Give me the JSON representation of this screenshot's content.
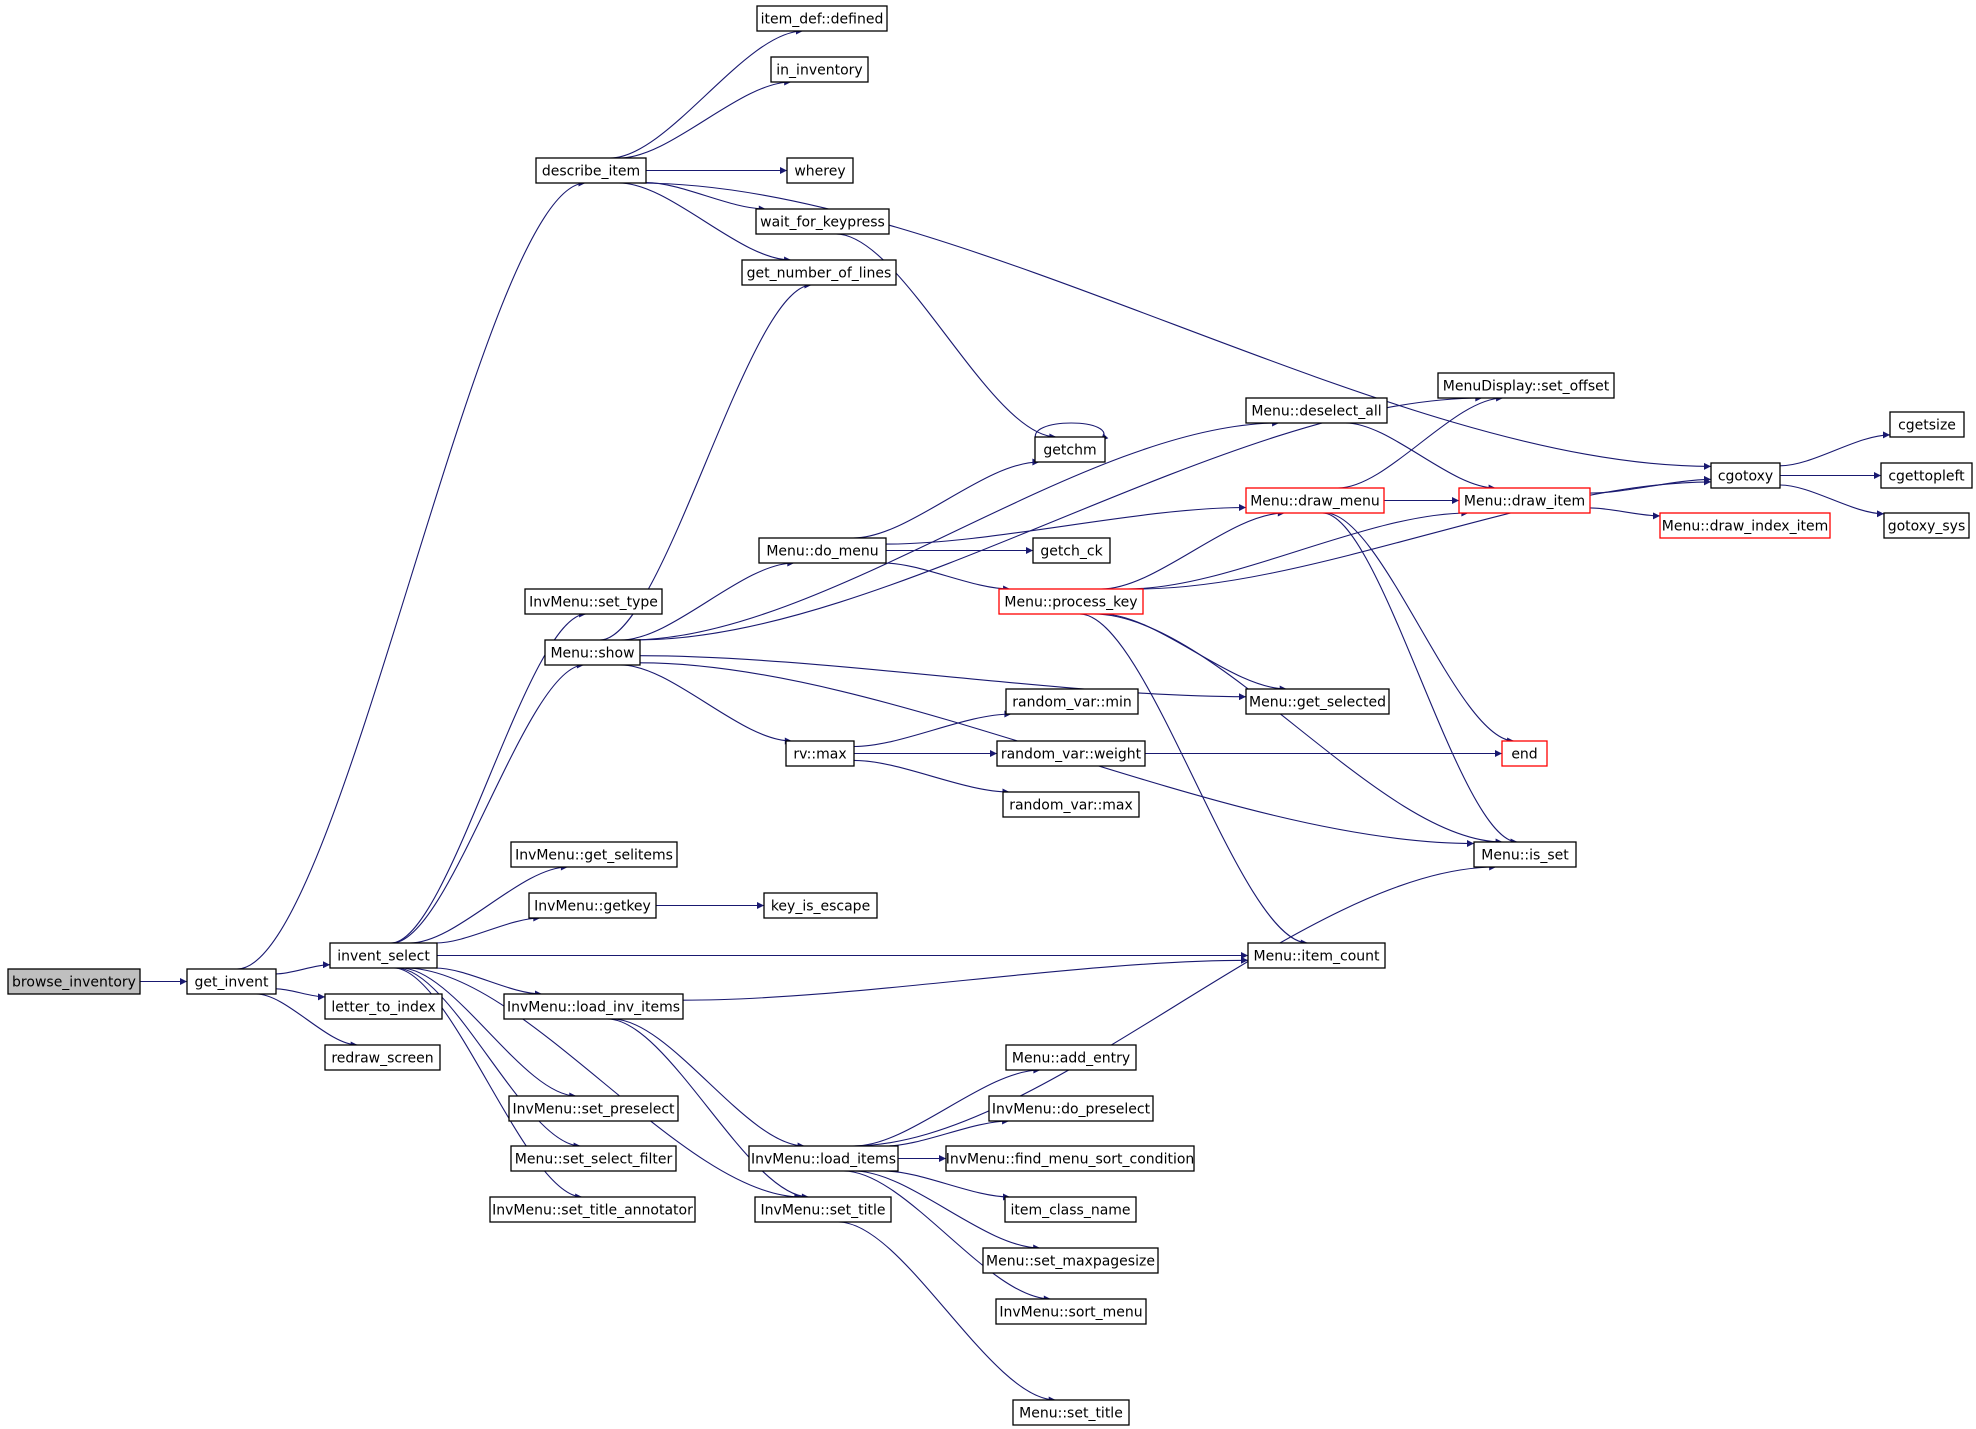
{
  "graph": {
    "colors": {
      "edge": "#191970",
      "node_border": "#000000",
      "node_fill": "#ffffff",
      "incomplete_border": "#ff0000",
      "root_fill": "#bfbfbf"
    },
    "nodes": [
      {
        "id": "browse_inventory",
        "label": "browse_inventory",
        "style": "root"
      },
      {
        "id": "get_invent",
        "label": "get_invent",
        "style": "normal"
      },
      {
        "id": "describe_item",
        "label": "describe_item",
        "style": "normal"
      },
      {
        "id": "invent_select",
        "label": "invent_select",
        "style": "normal"
      },
      {
        "id": "letter_to_index",
        "label": "letter_to_index",
        "style": "normal"
      },
      {
        "id": "redraw_screen",
        "label": "redraw_screen",
        "style": "normal"
      },
      {
        "id": "item_def_defined",
        "label": "item_def::defined",
        "style": "normal"
      },
      {
        "id": "in_inventory",
        "label": "in_inventory",
        "style": "normal"
      },
      {
        "id": "wherey",
        "label": "wherey",
        "style": "normal"
      },
      {
        "id": "wait_for_keypress",
        "label": "wait_for_keypress",
        "style": "normal"
      },
      {
        "id": "get_number_of_lines",
        "label": "get_number_of_lines",
        "style": "normal"
      },
      {
        "id": "cgotoxy",
        "label": "cgotoxy",
        "style": "normal"
      },
      {
        "id": "cgetsize",
        "label": "cgetsize",
        "style": "normal"
      },
      {
        "id": "cgettopleft",
        "label": "cgettopleft",
        "style": "normal"
      },
      {
        "id": "gotoxy_sys",
        "label": "gotoxy_sys",
        "style": "normal"
      },
      {
        "id": "getchm",
        "label": "getchm",
        "style": "normal"
      },
      {
        "id": "menudisplay_set_offset",
        "label": "MenuDisplay::set_offset",
        "style": "normal"
      },
      {
        "id": "menu_deselect_all",
        "label": "Menu::deselect_all",
        "style": "normal"
      },
      {
        "id": "menu_draw_menu",
        "label": "Menu::draw_menu",
        "style": "incomplete"
      },
      {
        "id": "menu_draw_item",
        "label": "Menu::draw_item",
        "style": "incomplete"
      },
      {
        "id": "menu_draw_index_item",
        "label": "Menu::draw_index_item",
        "style": "incomplete"
      },
      {
        "id": "menu_do_menu",
        "label": "Menu::do_menu",
        "style": "normal"
      },
      {
        "id": "getch_ck",
        "label": "getch_ck",
        "style": "normal"
      },
      {
        "id": "menu_process_key",
        "label": "Menu::process_key",
        "style": "incomplete"
      },
      {
        "id": "invmenu_set_type",
        "label": "InvMenu::set_type",
        "style": "normal"
      },
      {
        "id": "menu_show",
        "label": "Menu::show",
        "style": "normal"
      },
      {
        "id": "menu_get_selected",
        "label": "Menu::get_selected",
        "style": "normal"
      },
      {
        "id": "random_var_min",
        "label": "random_var::min",
        "style": "normal"
      },
      {
        "id": "rv_max",
        "label": "rv::max",
        "style": "normal"
      },
      {
        "id": "random_var_weight",
        "label": "random_var::weight",
        "style": "normal"
      },
      {
        "id": "random_var_max",
        "label": "random_var::max",
        "style": "normal"
      },
      {
        "id": "end",
        "label": "end",
        "style": "incomplete"
      },
      {
        "id": "invmenu_get_selitems",
        "label": "InvMenu::get_selitems",
        "style": "normal"
      },
      {
        "id": "menu_is_set",
        "label": "Menu::is_set",
        "style": "normal"
      },
      {
        "id": "invmenu_getkey",
        "label": "InvMenu::getkey",
        "style": "normal"
      },
      {
        "id": "key_is_escape",
        "label": "key_is_escape",
        "style": "normal"
      },
      {
        "id": "menu_item_count",
        "label": "Menu::item_count",
        "style": "normal"
      },
      {
        "id": "invmenu_load_inv_items",
        "label": "InvMenu::load_inv_items",
        "style": "normal"
      },
      {
        "id": "menu_add_entry",
        "label": "Menu::add_entry",
        "style": "normal"
      },
      {
        "id": "invmenu_set_preselect",
        "label": "InvMenu::set_preselect",
        "style": "normal"
      },
      {
        "id": "invmenu_do_preselect",
        "label": "InvMenu::do_preselect",
        "style": "normal"
      },
      {
        "id": "menu_set_select_filter",
        "label": "Menu::set_select_filter",
        "style": "normal"
      },
      {
        "id": "invmenu_load_items",
        "label": "InvMenu::load_items",
        "style": "normal"
      },
      {
        "id": "invmenu_find_menu_sort_condition",
        "label": "InvMenu::find_menu_sort_condition",
        "style": "normal"
      },
      {
        "id": "invmenu_set_title_annotator",
        "label": "InvMenu::set_title_annotator",
        "style": "normal"
      },
      {
        "id": "invmenu_set_title",
        "label": "InvMenu::set_title",
        "style": "normal"
      },
      {
        "id": "item_class_name",
        "label": "item_class_name",
        "style": "normal"
      },
      {
        "id": "menu_set_maxpagesize",
        "label": "Menu::set_maxpagesize",
        "style": "normal"
      },
      {
        "id": "invmenu_sort_menu",
        "label": "InvMenu::sort_menu",
        "style": "normal"
      },
      {
        "id": "menu_set_title",
        "label": "Menu::set_title",
        "style": "normal"
      }
    ],
    "edges": [
      {
        "from": "browse_inventory",
        "to": "get_invent"
      },
      {
        "from": "get_invent",
        "to": "describe_item"
      },
      {
        "from": "get_invent",
        "to": "invent_select"
      },
      {
        "from": "get_invent",
        "to": "letter_to_index"
      },
      {
        "from": "get_invent",
        "to": "redraw_screen"
      },
      {
        "from": "describe_item",
        "to": "item_def_defined"
      },
      {
        "from": "describe_item",
        "to": "in_inventory"
      },
      {
        "from": "describe_item",
        "to": "wherey"
      },
      {
        "from": "describe_item",
        "to": "wait_for_keypress"
      },
      {
        "from": "describe_item",
        "to": "get_number_of_lines"
      },
      {
        "from": "describe_item",
        "to": "cgotoxy"
      },
      {
        "from": "wait_for_keypress",
        "to": "getchm"
      },
      {
        "from": "getchm",
        "to": "getchm"
      },
      {
        "from": "cgotoxy",
        "to": "cgetsize"
      },
      {
        "from": "cgotoxy",
        "to": "cgettopleft"
      },
      {
        "from": "cgotoxy",
        "to": "gotoxy_sys"
      },
      {
        "from": "invent_select",
        "to": "invmenu_set_type"
      },
      {
        "from": "invent_select",
        "to": "menu_show"
      },
      {
        "from": "invent_select",
        "to": "invmenu_get_selitems"
      },
      {
        "from": "invent_select",
        "to": "invmenu_getkey"
      },
      {
        "from": "invent_select",
        "to": "menu_item_count"
      },
      {
        "from": "invent_select",
        "to": "invmenu_load_inv_items"
      },
      {
        "from": "invent_select",
        "to": "invmenu_set_preselect"
      },
      {
        "from": "invent_select",
        "to": "menu_set_select_filter"
      },
      {
        "from": "invent_select",
        "to": "invmenu_set_title_annotator"
      },
      {
        "from": "invent_select",
        "to": "invmenu_set_title"
      },
      {
        "from": "menu_show",
        "to": "get_number_of_lines"
      },
      {
        "from": "menu_show",
        "to": "menudisplay_set_offset"
      },
      {
        "from": "menu_show",
        "to": "menu_deselect_all"
      },
      {
        "from": "menu_show",
        "to": "menu_do_menu"
      },
      {
        "from": "menu_show",
        "to": "menu_get_selected"
      },
      {
        "from": "menu_show",
        "to": "rv_max"
      },
      {
        "from": "menu_show",
        "to": "menu_is_set"
      },
      {
        "from": "menu_deselect_all",
        "to": "menu_draw_item"
      },
      {
        "from": "menu_do_menu",
        "to": "getchm"
      },
      {
        "from": "menu_do_menu",
        "to": "menu_draw_menu"
      },
      {
        "from": "menu_do_menu",
        "to": "getch_ck"
      },
      {
        "from": "menu_do_menu",
        "to": "menu_process_key"
      },
      {
        "from": "menu_draw_menu",
        "to": "menudisplay_set_offset"
      },
      {
        "from": "menu_draw_menu",
        "to": "menu_draw_item"
      },
      {
        "from": "menu_draw_menu",
        "to": "end"
      },
      {
        "from": "menu_draw_menu",
        "to": "menu_is_set"
      },
      {
        "from": "menu_draw_item",
        "to": "cgotoxy"
      },
      {
        "from": "menu_draw_item",
        "to": "menu_draw_index_item"
      },
      {
        "from": "menu_process_key",
        "to": "menu_draw_menu"
      },
      {
        "from": "menu_process_key",
        "to": "menu_draw_item"
      },
      {
        "from": "menu_process_key",
        "to": "cgotoxy"
      },
      {
        "from": "menu_process_key",
        "to": "menu_get_selected"
      },
      {
        "from": "menu_process_key",
        "to": "menu_is_set"
      },
      {
        "from": "menu_process_key",
        "to": "menu_item_count"
      },
      {
        "from": "rv_max",
        "to": "random_var_min"
      },
      {
        "from": "rv_max",
        "to": "random_var_weight"
      },
      {
        "from": "rv_max",
        "to": "random_var_max"
      },
      {
        "from": "rv_max",
        "to": "end"
      },
      {
        "from": "invmenu_getkey",
        "to": "key_is_escape"
      },
      {
        "from": "invmenu_load_inv_items",
        "to": "menu_item_count"
      },
      {
        "from": "invmenu_load_inv_items",
        "to": "invmenu_load_items"
      },
      {
        "from": "invmenu_load_inv_items",
        "to": "invmenu_set_title"
      },
      {
        "from": "invmenu_load_items",
        "to": "menu_add_entry"
      },
      {
        "from": "invmenu_load_items",
        "to": "invmenu_do_preselect"
      },
      {
        "from": "invmenu_load_items",
        "to": "invmenu_find_menu_sort_condition"
      },
      {
        "from": "invmenu_load_items",
        "to": "item_class_name"
      },
      {
        "from": "invmenu_load_items",
        "to": "menu_set_maxpagesize"
      },
      {
        "from": "invmenu_load_items",
        "to": "invmenu_sort_menu"
      },
      {
        "from": "invmenu_load_items",
        "to": "menu_is_set"
      },
      {
        "from": "invmenu_set_title",
        "to": "menu_set_title"
      }
    ]
  }
}
